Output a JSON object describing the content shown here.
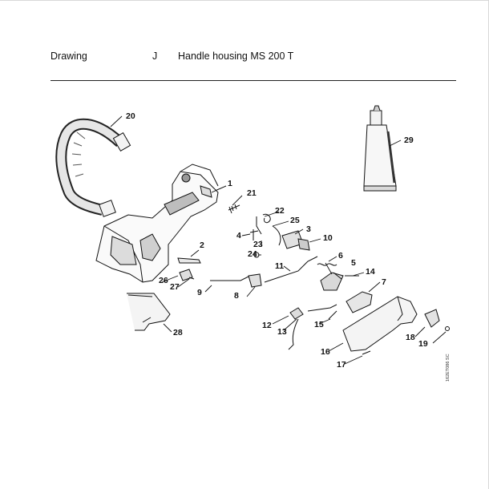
{
  "header": {
    "label": "Drawing",
    "code": "J",
    "title": "Handle housing MS 200 T"
  },
  "callouts": {
    "c1": "1",
    "c2": "2",
    "c3": "3",
    "c4": "4",
    "c5": "5",
    "c6": "6",
    "c7": "7",
    "c8": "8",
    "c9": "9",
    "c10": "10",
    "c11": "11",
    "c12": "12",
    "c13": "13",
    "c14": "14",
    "c15": "15",
    "c16": "16",
    "c17": "17",
    "c18": "18",
    "c19": "19",
    "c20": "20",
    "c21": "21",
    "c22": "22",
    "c23": "23",
    "c24": "24",
    "c25": "25",
    "c26": "26",
    "c27": "27",
    "c28": "28",
    "c29": "29"
  },
  "reference_code": "162ET086 SC"
}
